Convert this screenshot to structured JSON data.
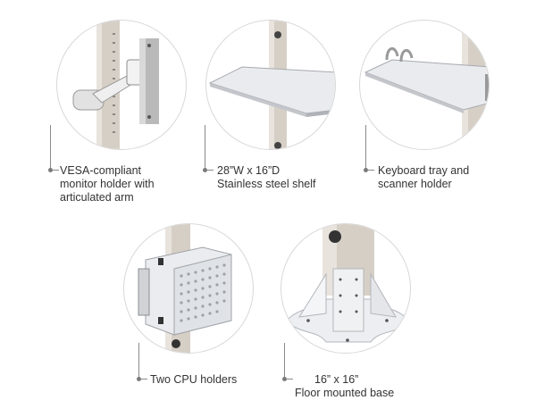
{
  "features": [
    {
      "id": "monitor",
      "icon": "monitor-arm-icon",
      "lines": [
        "VESA-compliant",
        "monitor holder with",
        "articulated arm"
      ]
    },
    {
      "id": "shelf",
      "icon": "shelf-icon",
      "lines": [
        "28”W x 16”D",
        "Stainless steel shelf"
      ]
    },
    {
      "id": "keyboard",
      "icon": "keyboard-tray-icon",
      "lines": [
        "Keyboard tray and",
        "scanner holder"
      ]
    },
    {
      "id": "cpu",
      "icon": "cpu-holder-icon",
      "lines": [
        "Two CPU holders"
      ]
    },
    {
      "id": "base",
      "icon": "floor-base-icon",
      "lines": [
        "16” x 16”",
        "Floor mounted base"
      ]
    }
  ],
  "colors": {
    "steel": "#c9c9c9",
    "pole": "#d4ccc2",
    "ring": "#d8d8d8",
    "text": "#333333",
    "callout": "#8a8a8a"
  }
}
